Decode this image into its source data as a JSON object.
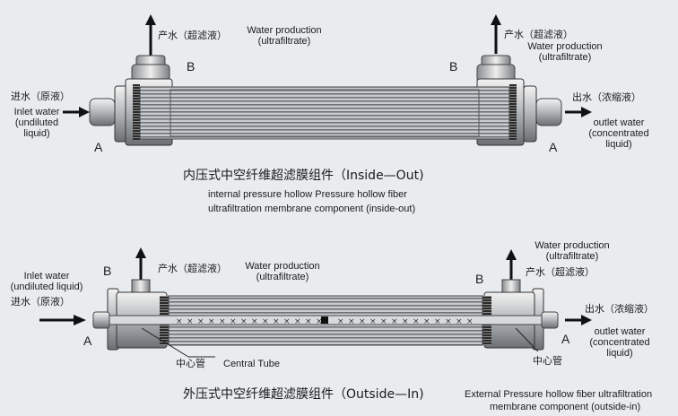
{
  "top": {
    "product_cn": "产水（超滤液）",
    "product_en_1": "Water production",
    "product_en_2": "(ultrafiltrate)",
    "right_product_cn": "产水（超滤液）",
    "right_product_en_1": "Water production",
    "right_product_en_2": "(ultrafiltrate)",
    "port_b_left": "B",
    "port_b_right": "B",
    "port_a_left": "A",
    "port_a_right": "A",
    "inlet_cn": "进水（原液）",
    "inlet_en_1": "Inlet water",
    "inlet_en_2": "(undiluted",
    "inlet_en_3": "liquid)",
    "outlet_cn": "出水（浓缩液）",
    "outlet_en_1": "outlet water",
    "outlet_en_2": "(concentrated",
    "outlet_en_3": "liquid)",
    "title_cn": "内压式中空纤维超滤膜组件（Inside—Out)",
    "title_en_1": "internal pressure hollow Pressure hollow fiber",
    "title_en_2": "ultrafiltration membrane component (inside-out)"
  },
  "bottom": {
    "port_b_left": "B",
    "port_b_right": "B",
    "port_a_left": "A",
    "port_a_right": "A",
    "product_cn": "产水（超滤液）",
    "product_en_1": "Water production",
    "product_en_2": "(ultrafiltrate)",
    "right_product_en_1": "Water production",
    "right_product_en_2": "(ultrafiltrate)",
    "right_product_cn": "产水（超滤液）",
    "inlet_en_1": "Inlet water",
    "inlet_en_2": "(undiluted liquid)",
    "inlet_cn": "进水（原液）",
    "outlet_cn": "出水（浓缩液）",
    "outlet_en_1": "outlet water",
    "outlet_en_2": "(concentrated",
    "outlet_en_3": "liquid)",
    "central_tube_cn": "中心管",
    "central_tube_en": "Central Tube",
    "central_tube_cn_right": "中心管",
    "title_cn": "外压式中空纤维超滤膜组件（Outside—In)",
    "title_en_1": "External Pressure hollow fiber ultrafiltration",
    "title_en_2": "membrane component (outside-in)"
  }
}
